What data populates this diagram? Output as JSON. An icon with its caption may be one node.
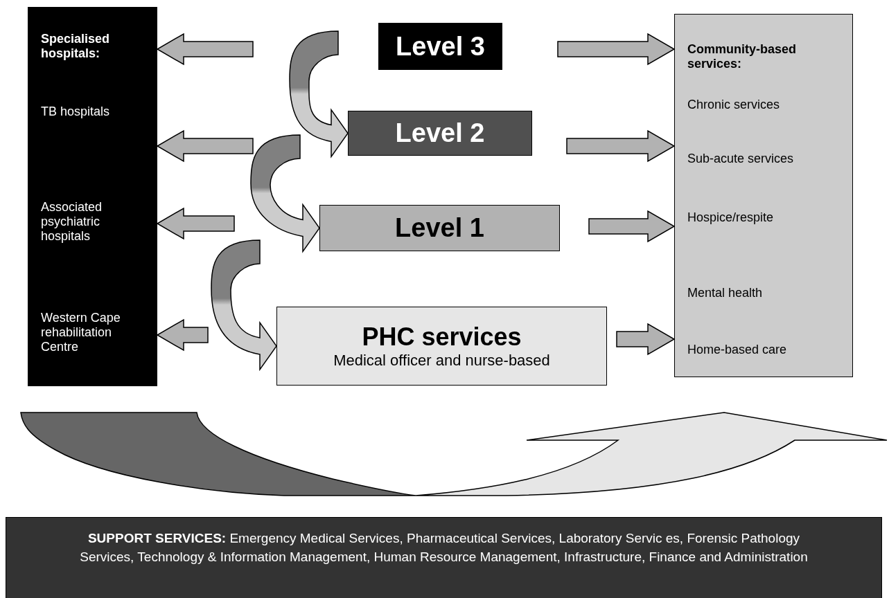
{
  "diagram": {
    "nodes": [
      {
        "text": [
          "**Specialised hospitals**:",
          "TB hospitals",
          "Associated psychiatric hospitals",
          "Western Cape rehabilitation Centre"
        ]
      },
      {
        "text": [
          "Level 3"
        ]
      },
      {
        "text": [
          "Level 2"
        ]
      },
      {
        "text": [
          "Level 1"
        ]
      },
      {
        "text": [
          "PHC services",
          "Medical officer and nurse-based"
        ]
      },
      {
        "text": [
          "Community-based services:",
          "Chronic services",
          "Sub-acute services",
          "Hospice/respite",
          "Mental health",
          "Home-based care"
        ]
      },
      {
        "text": [
          "**SUPPORT SERVICES:** Emergency Medical Services, Pharmaceutical Services, Laboratory Servic es, Forensic Pathology Services, Technology & Information Management, Human Resource Management, Infrastructure, Finance and Administration"
        ]
      }
    ],
    "edges": [
      {
        "from": null,
        "to": 0,
        "arrow": "to"
      },
      {
        "from": 1,
        "to": 5,
        "arrow": "to"
      },
      {
        "from": 1,
        "to": 2,
        "arrow": "to"
      },
      {
        "from": null,
        "to": 0,
        "arrow": "to"
      },
      {
        "from": 2,
        "to": 5,
        "arrow": "to"
      },
      {
        "from": 2,
        "to": 3,
        "arrow": "to"
      },
      {
        "from": null,
        "to": 0,
        "arrow": "to"
      },
      {
        "from": 3,
        "to": 5,
        "arrow": "to"
      },
      {
        "from": 3,
        "to": 4,
        "arrow": "to"
      },
      {
        "from": null,
        "to": 0,
        "arrow": "to"
      },
      {
        "from": 4,
        "to": 5,
        "arrow": "to"
      }
    ]
  }
}
